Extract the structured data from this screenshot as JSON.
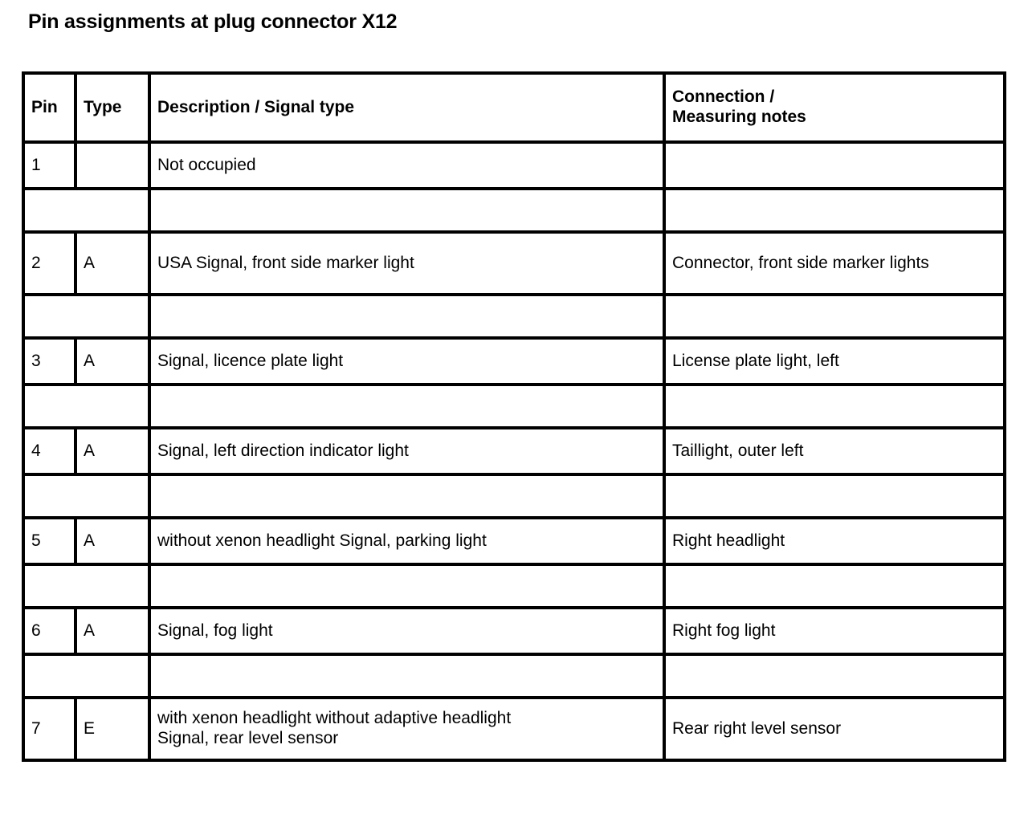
{
  "page": {
    "title": "Pin assignments at plug connector X12"
  },
  "table": {
    "columns": [
      {
        "key": "pin",
        "label": "Pin",
        "align": "left"
      },
      {
        "key": "type",
        "label": "Type",
        "align": "left"
      },
      {
        "key": "description",
        "label": "Description / Signal type",
        "align": "center"
      },
      {
        "key": "connection",
        "label": "Connection /\nMeasuring notes",
        "align": "center"
      }
    ],
    "header": {
      "pin": "Pin",
      "type": "Type",
      "description": "Description / Signal type",
      "connection_line1": "Connection /",
      "connection_line2": "Measuring notes"
    },
    "rows": [
      {
        "pin": "1",
        "type": "",
        "description": "Not occupied",
        "connection": ""
      },
      {
        "pin": "2",
        "type": "A",
        "description": "USA Signal, front side marker light",
        "connection": "Connector, front side marker lights"
      },
      {
        "pin": "3",
        "type": "A",
        "description": "Signal, licence plate light",
        "connection": "License plate light, left"
      },
      {
        "pin": "4",
        "type": "A",
        "description": "Signal, left direction indicator light",
        "connection": "Taillight, outer left"
      },
      {
        "pin": "5",
        "type": "A",
        "description": "without xenon headlight Signal, parking light",
        "connection": "Right headlight"
      },
      {
        "pin": "6",
        "type": "A",
        "description": "Signal, fog light",
        "connection": "Right fog light"
      },
      {
        "pin": "7",
        "type": "E",
        "description": "with xenon headlight without adaptive headlight\nSignal, rear level sensor",
        "connection": "Rear right level sensor"
      }
    ]
  },
  "style": {
    "border_color": "#000000",
    "text_color": "#000000",
    "background": "#ffffff"
  }
}
